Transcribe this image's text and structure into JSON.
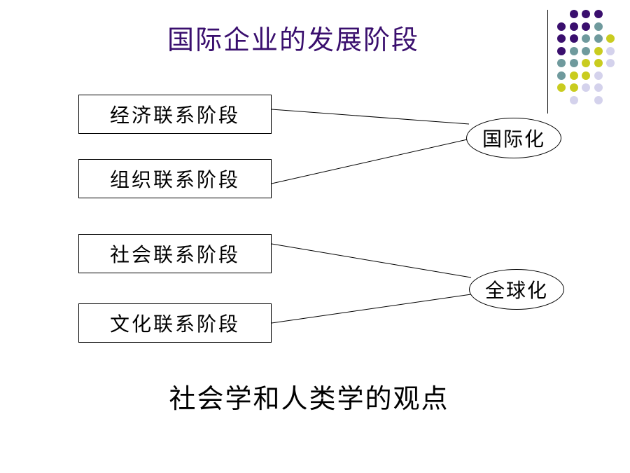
{
  "title": "国际企业的发展阶段",
  "stages": [
    {
      "label": "经济联系阶段"
    },
    {
      "label": "组织联系阶段"
    },
    {
      "label": "社会联系阶段"
    },
    {
      "label": "文化联系阶段"
    }
  ],
  "outcomes": [
    {
      "label": "国际化"
    },
    {
      "label": "全球化"
    }
  ],
  "caption": "社会学和人类学的观点",
  "colors": {
    "title": "#3a0f6e",
    "dot_purple": "#3a0f6e",
    "dot_teal": "#6f9a9d",
    "dot_yellow": "#c9cc1f",
    "dot_lavender": "#d4d2ec"
  }
}
